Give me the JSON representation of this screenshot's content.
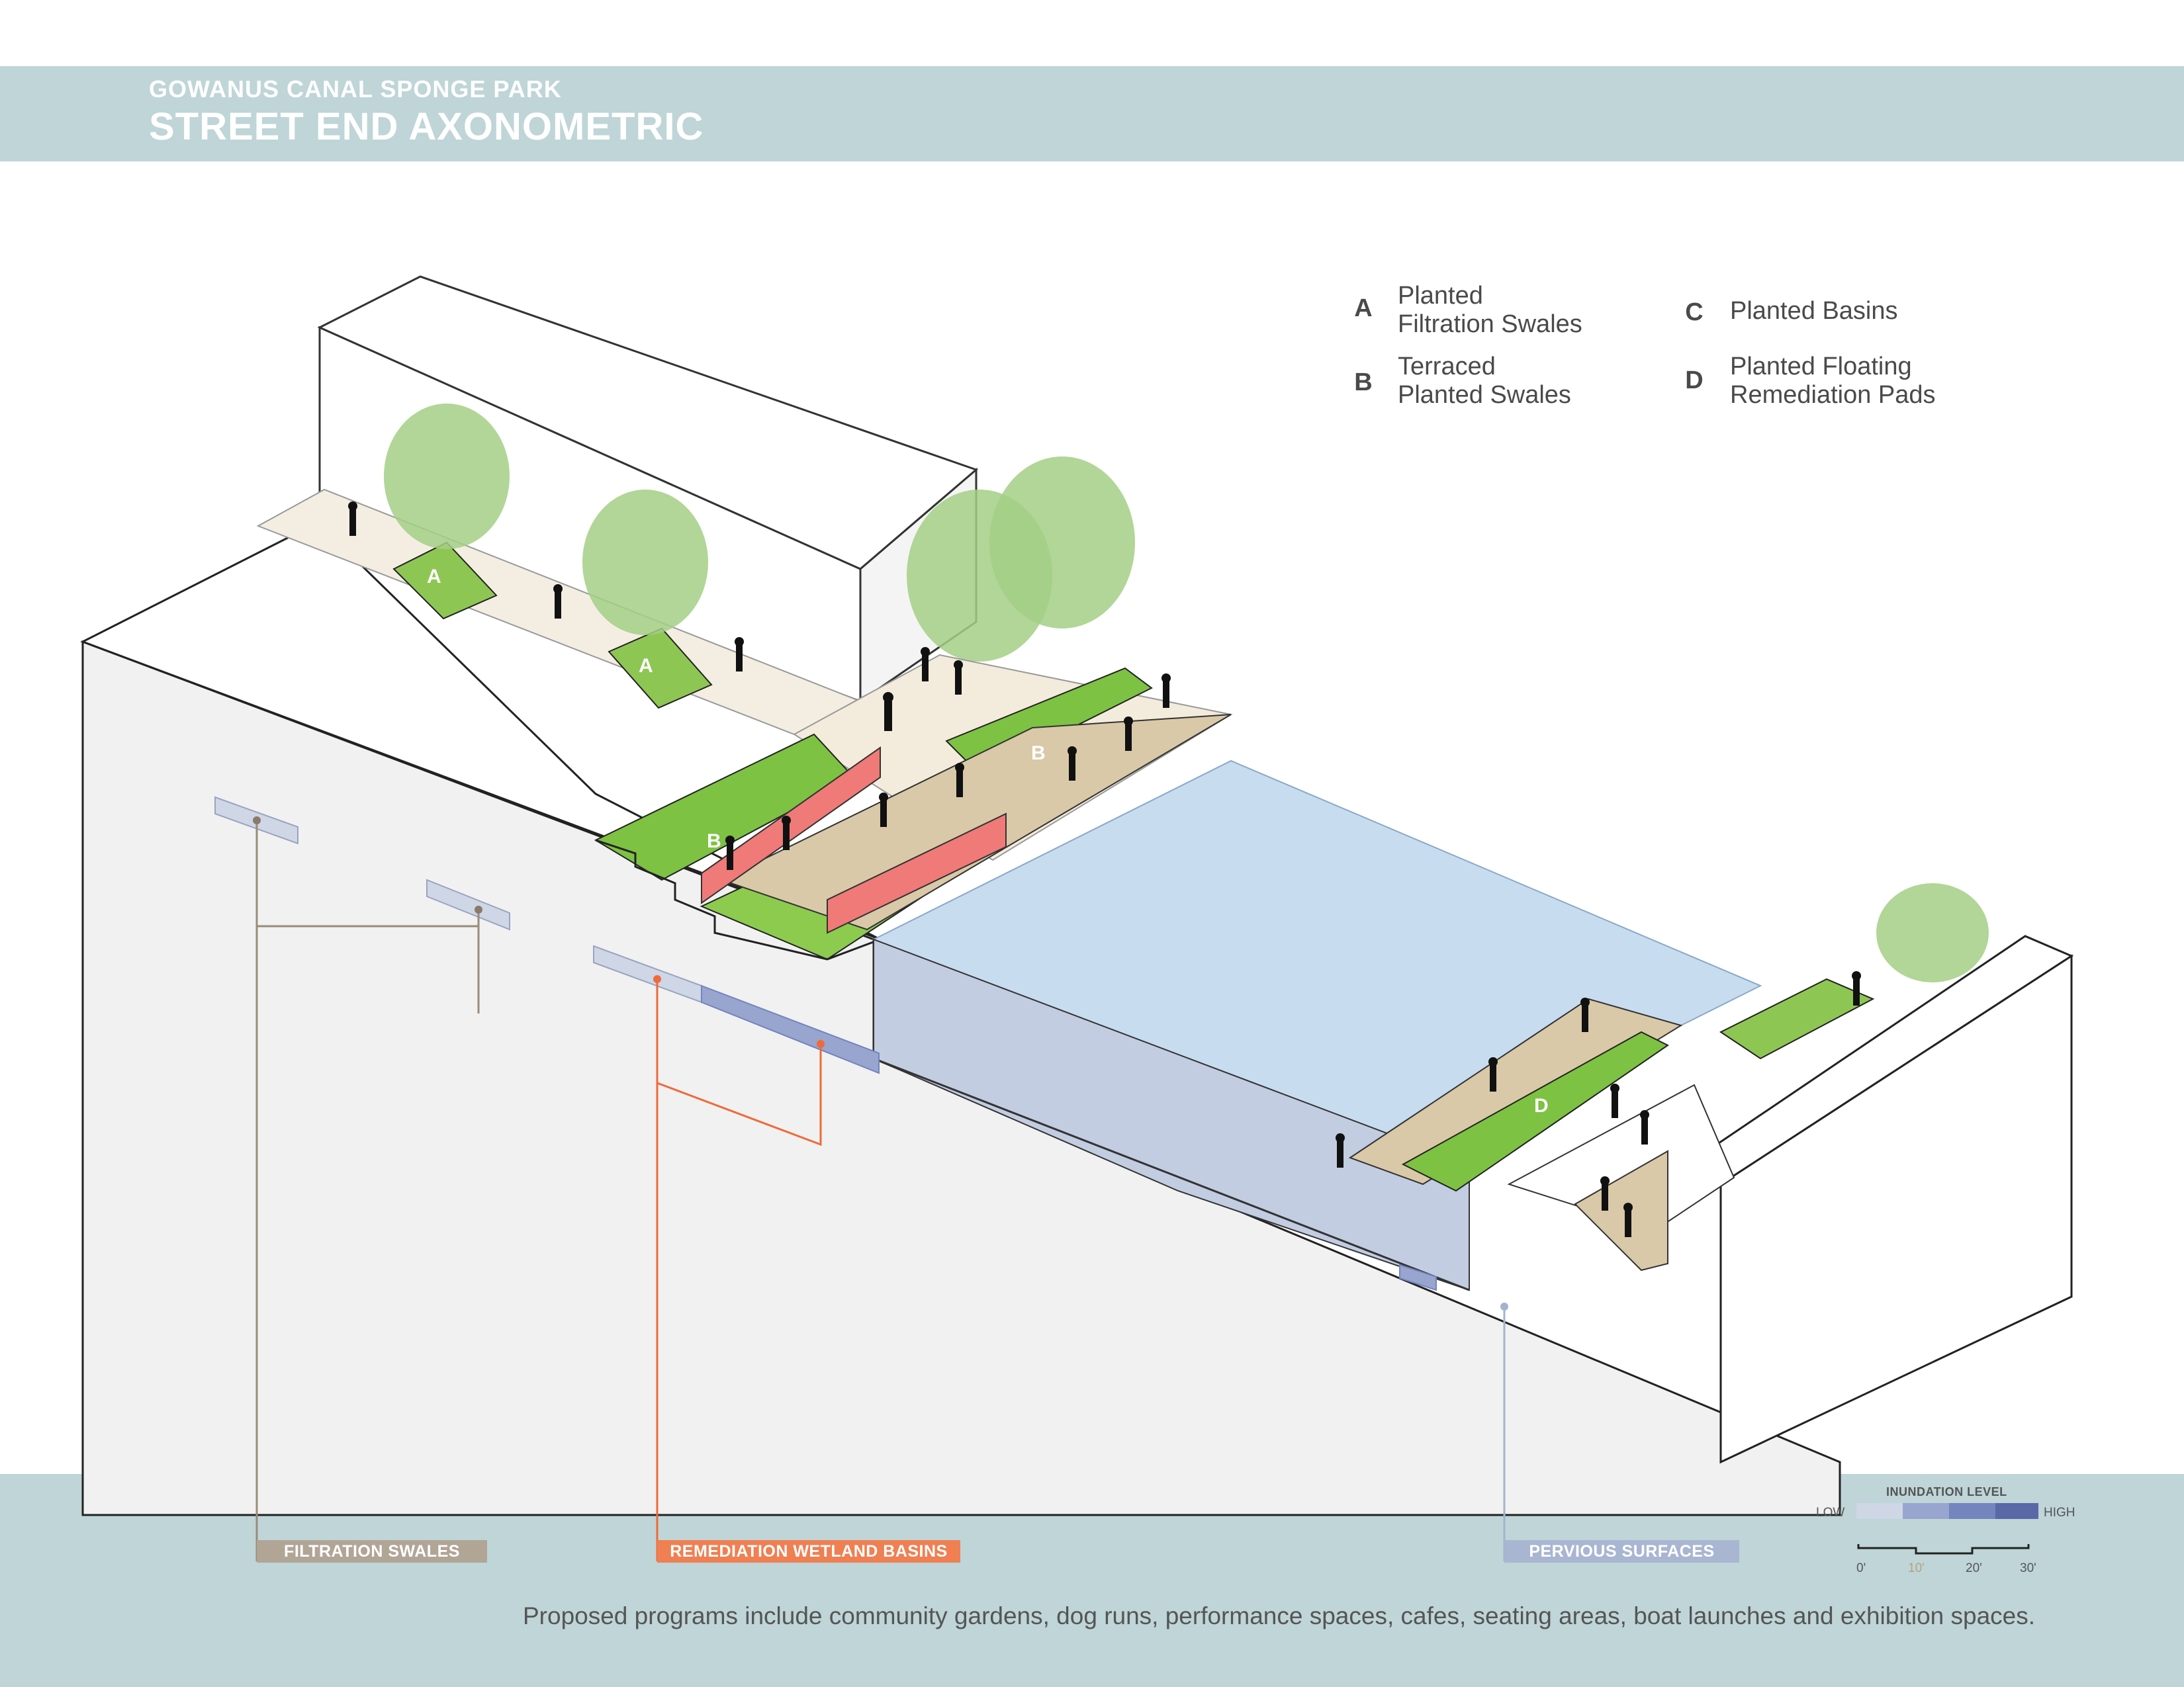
{
  "header": {
    "subtitle": "GOWANUS CANAL SPONGE PARK",
    "title": "STREET END AXONOMETRIC"
  },
  "legend": [
    {
      "letter": "A",
      "text": "Planted\nFiltration Swales"
    },
    {
      "letter": "B",
      "text": "Terraced\nPlanted Swales"
    },
    {
      "letter": "C",
      "text": "Planted Basins"
    },
    {
      "letter": "D",
      "text": "Planted Floating\nRemediation Pads"
    }
  ],
  "diagram_markers": [
    "A",
    "A",
    "B",
    "B",
    "D"
  ],
  "callouts": {
    "filtration": {
      "label": "FILTRATION SWALES",
      "color": "#b1a596",
      "line": "#9a8b7a"
    },
    "remediation": {
      "label": "REMEDIATION WETLAND BASINS",
      "color": "#f07f52",
      "line": "#ef6a3a"
    },
    "pervious": {
      "label": "PERVIOUS SURFACES",
      "color": "#a9b6d2",
      "line": "#a3b3cf"
    }
  },
  "inundation": {
    "title": "INUNDATION LEVEL",
    "low": "LOW",
    "high": "HIGH",
    "colors": [
      "#cfd6e6",
      "#97a5cf",
      "#7484bd",
      "#5a68a8"
    ]
  },
  "scale": {
    "labels": [
      "0'",
      "10'",
      "20'",
      "30'"
    ],
    "highlight_color": "#b5a17a"
  },
  "footer": "Proposed programs include community gardens, dog runs, performance spaces, cafes, seating areas, boat launches and exhibition spaces.",
  "colors": {
    "band": "#bfd5d8",
    "water": "#c8dcef",
    "grass": "#7dc243",
    "deck": "#d9c9a8",
    "red_wall": "#f07a78"
  }
}
